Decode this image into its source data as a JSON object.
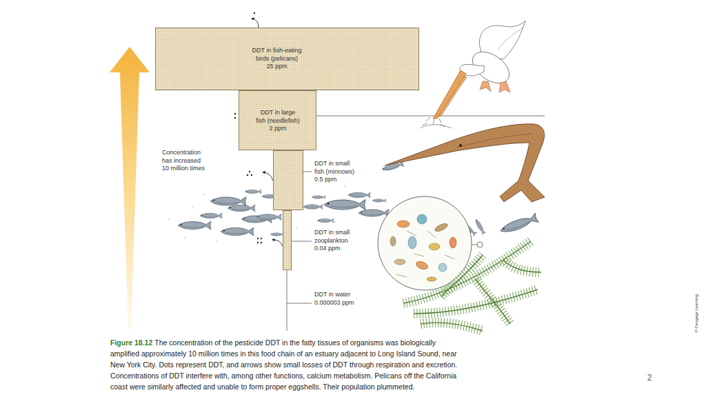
{
  "diagram": {
    "caption": "The concentration of the pesticide DDT in the fatty tissues of organisms was biologically amplified approximately 10 million times in this food chain of an estuary adjacent to Long Island Sound, near New York City. Dots represent DDT, and arrows show small losses of DDT through respiration and excretion. Concentrations of DDT interfere with, among other functions, calcium metabolism. Pelicans off the California coast were similarly affected and unable to form proper eggshells. Their population plummeted.",
    "nodes": [
      {
        "text": [
          "DDT in fish-eating birds (pelicans)",
          "25 ppm"
        ]
      },
      {
        "text": [
          "DDT in large fish (needlefish)",
          "2 ppm"
        ]
      },
      {
        "text": [
          "DDT in small fish (minnows)",
          "0.5 ppm"
        ]
      },
      {
        "text": [
          "DDT in small zooplankton",
          "0.04 ppm"
        ]
      }
    ],
    "labels": [
      "Concentration has increased 10 million times",
      "DDT in water 0.000003 ppm",
      "© Cengage Learning",
      "Figure 18.12",
      "2"
    ]
  }
}
